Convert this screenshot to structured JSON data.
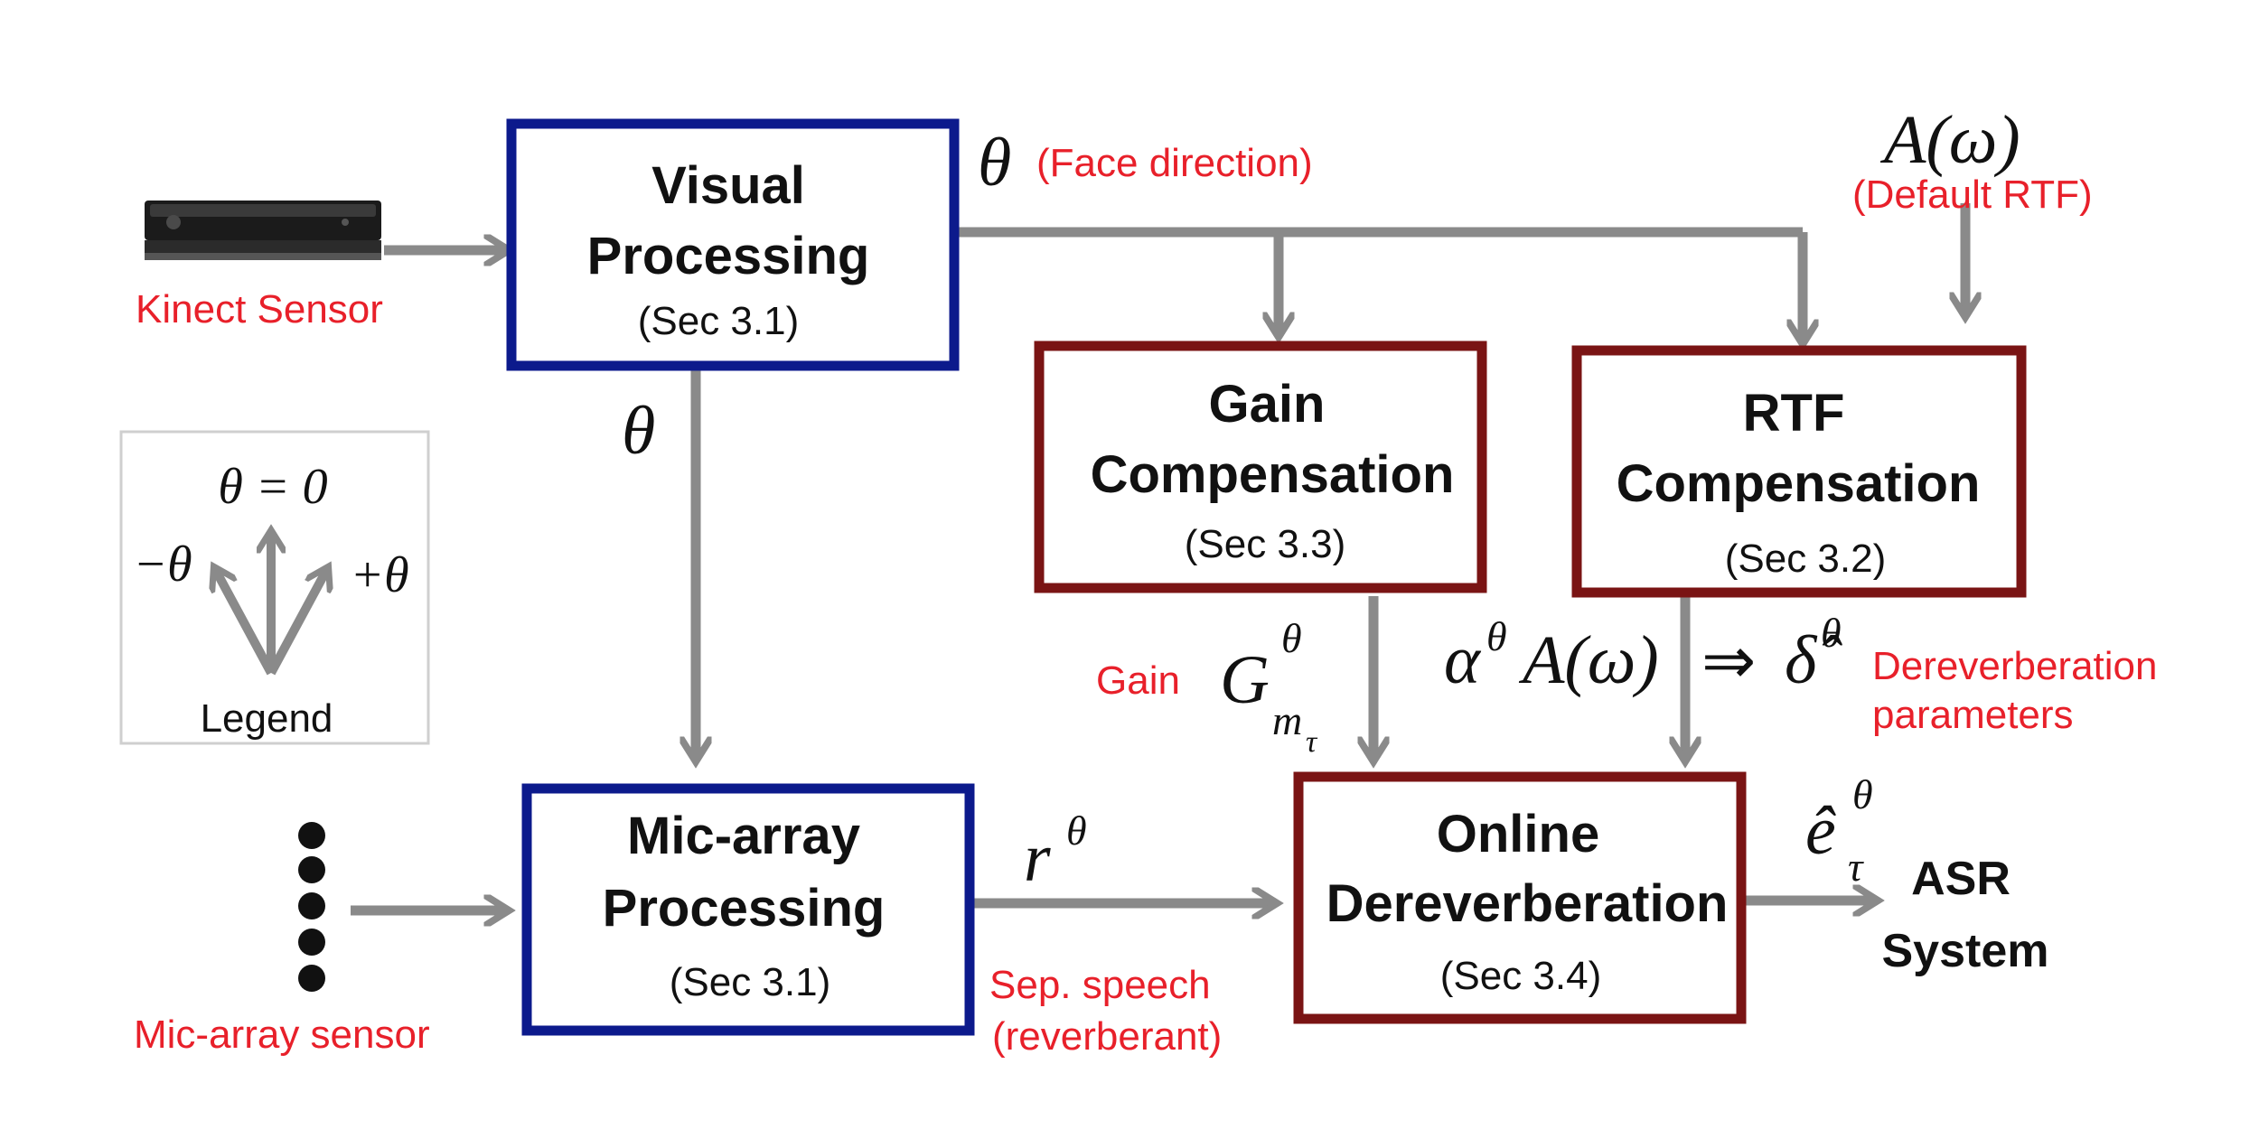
{
  "colors": {
    "visual_box": "#0c1a8c",
    "comp_box": "#7a1414",
    "arrow": "#8a8a8a",
    "red_text": "#e8202a"
  },
  "blocks": {
    "visual": {
      "title1": "Visual",
      "title2": "Processing",
      "sub": "(Sec 3.1)"
    },
    "mic": {
      "title1": "Mic-array",
      "title2": "Processing",
      "sub": "(Sec 3.1)"
    },
    "gain": {
      "title1": "Gain",
      "title2": "Compensation",
      "sub": "(Sec 3.3)"
    },
    "rtf": {
      "title1": "RTF",
      "title2": "Compensation",
      "sub": "(Sec 3.2)"
    },
    "online": {
      "title1": "Online",
      "title2": "Dereverberation",
      "sub": "(Sec 3.4)"
    }
  },
  "labels": {
    "kinect": "Kinect Sensor",
    "mic_sensor": "Mic-array sensor",
    "face_direction": "(Face direction)",
    "default_rtf": "(Default RTF)",
    "gain": "Gain",
    "derev1": "Dereverberation",
    "derev2": "parameters",
    "sep1": "Sep. speech",
    "sep2": "(reverberant)",
    "asr1": "ASR",
    "asr2": "System"
  },
  "math": {
    "theta": "θ",
    "a_omega": "A(ω)",
    "g": "G",
    "m": "m",
    "tau": "τ",
    "alpha": "α",
    "implies": "⇒",
    "delta_hat": "δ̂",
    "r": "r",
    "e_hat": "ê"
  },
  "legend": {
    "zero": "θ = 0",
    "neg": "−θ",
    "pos": "+θ",
    "label": "Legend"
  },
  "icons": [
    "kinect-sensor-icon",
    "mic-array-dots-icon"
  ]
}
